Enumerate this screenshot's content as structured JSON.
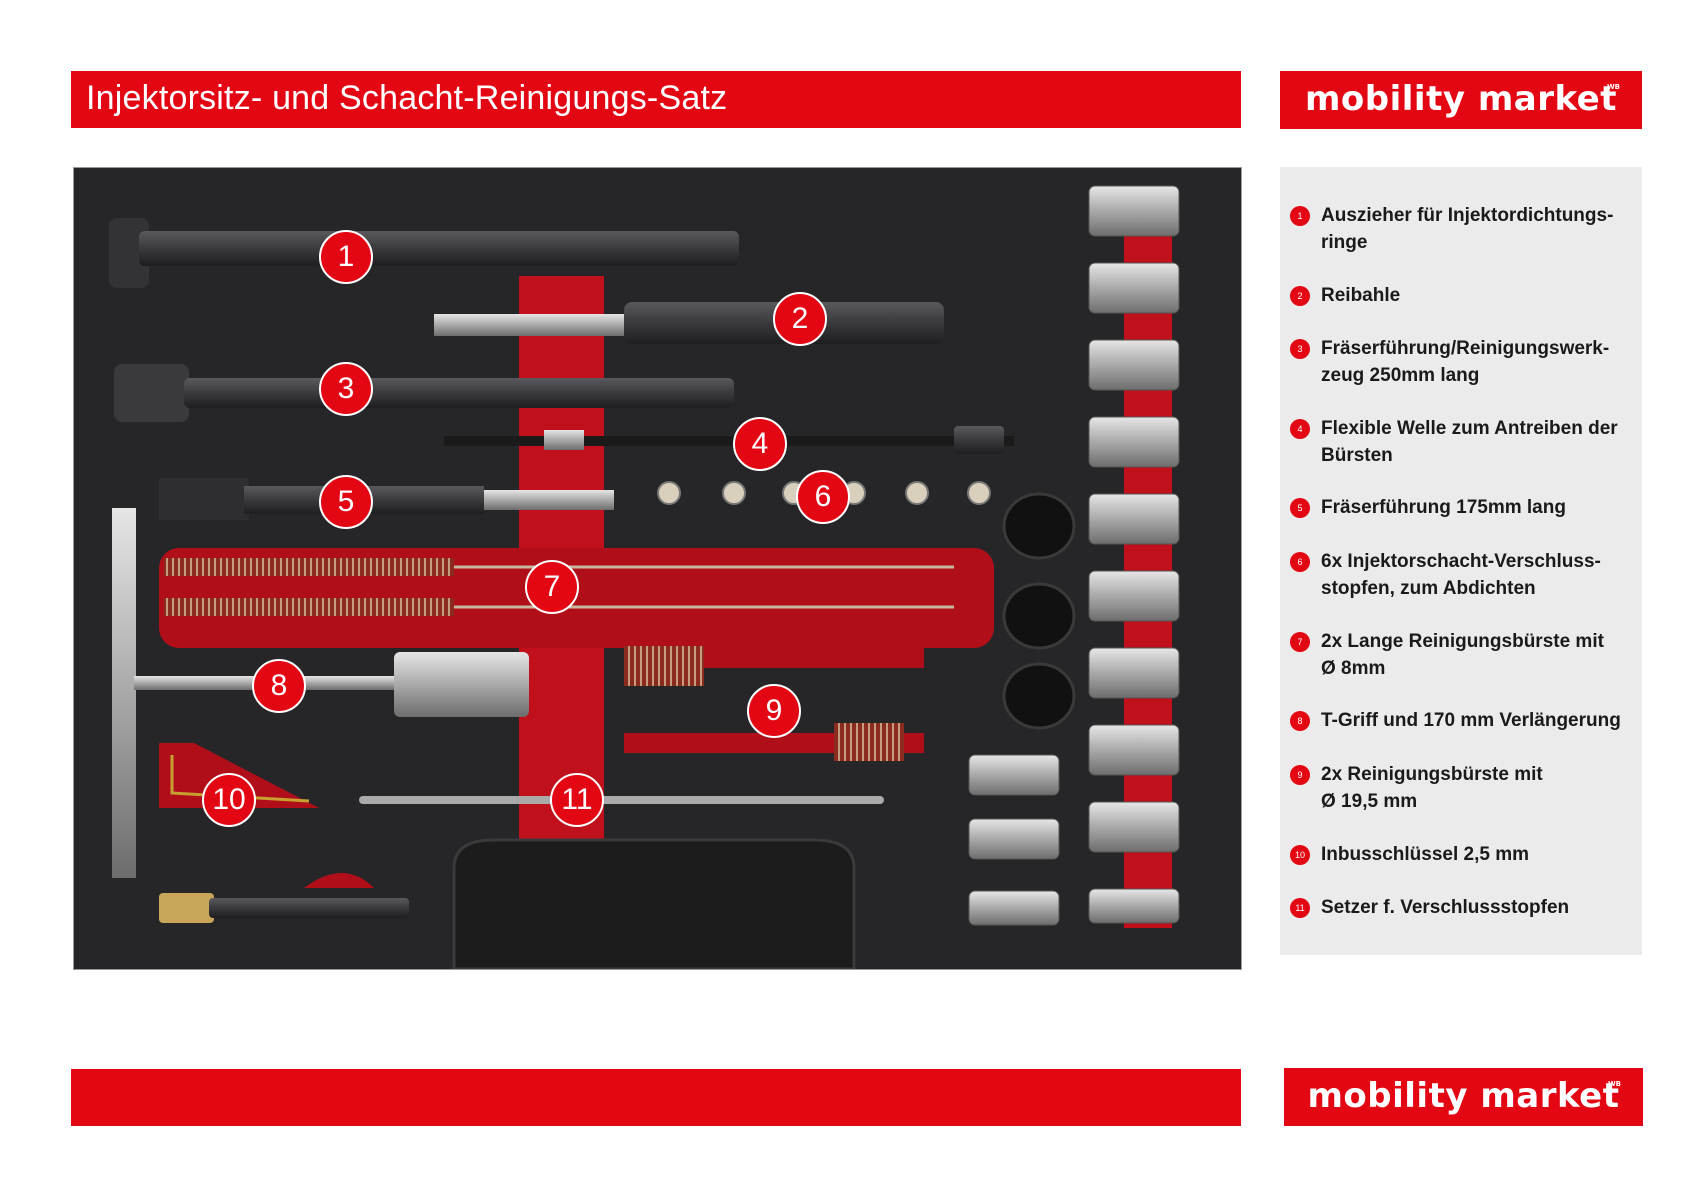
{
  "header": {
    "title": "Injektorsitz- und Schacht-Reinigungs-Satz"
  },
  "logo": {
    "text": "mobility market",
    "mark": "WB"
  },
  "photo": {
    "markers": [
      "1",
      "2",
      "3",
      "4",
      "5",
      "6",
      "7",
      "8",
      "9",
      "10",
      "11"
    ]
  },
  "legend": {
    "items": [
      {
        "num": "1",
        "text": "Auszieher für Injektordichtungs-\nringe"
      },
      {
        "num": "2",
        "text": "Reibahle"
      },
      {
        "num": "3",
        "text": "Fräserführung/Reinigungswerk-\nzeug 250mm lang"
      },
      {
        "num": "4",
        "text": "Flexible Welle zum Antreiben der\nBürsten"
      },
      {
        "num": "5",
        "text": "Fräserführung 175mm lang"
      },
      {
        "num": "6",
        "text": "6x Injektorschacht-Verschluss-\nstopfen, zum Abdichten"
      },
      {
        "num": "7",
        "text": "2x Lange Reinigungsbürste mit\nØ 8mm"
      },
      {
        "num": "8",
        "text": "T-Griff und 170 mm Verlängerung"
      },
      {
        "num": "9",
        "text": "2x Reinigungsbürste mit\nØ 19,5 mm"
      },
      {
        "num": "10",
        "text": "Inbusschlüssel 2,5 mm"
      },
      {
        "num": "11",
        "text": "Setzer f. Verschlussstopfen"
      }
    ]
  },
  "colors": {
    "brand_red": "#e30613",
    "panel_gray": "#ebebeb",
    "foam": "#2b2b2d"
  }
}
